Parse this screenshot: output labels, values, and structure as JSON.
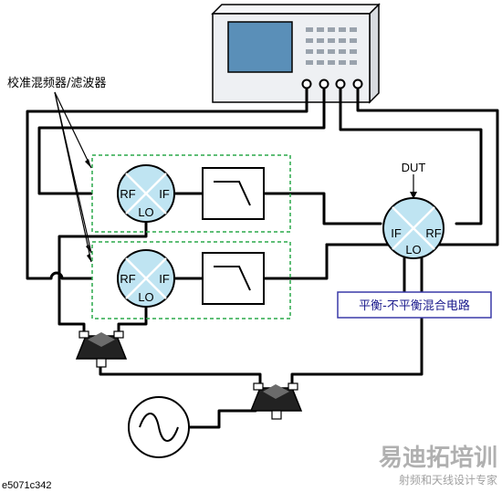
{
  "labels": {
    "calibration_mixer": "校准混频器/滤波器",
    "dut": "DUT",
    "balun": "平衡-不平衡混合电路",
    "figure_id": "e5071c342"
  },
  "ports": {
    "rf": "RF",
    "if": "IF",
    "lo": "LO"
  },
  "watermark": {
    "main": "易迪拓培训",
    "sub": "射频和天线设计专家"
  },
  "colors": {
    "mixer_fill": "#bfe4f2",
    "screen": "#5a8fb8",
    "instrument_body": "#eef0f3",
    "guide_box": "#2aa84a",
    "balun_border": "#3a3aa8",
    "balun_text": "#1a1a8c",
    "watermark": "#a9a9a9"
  }
}
